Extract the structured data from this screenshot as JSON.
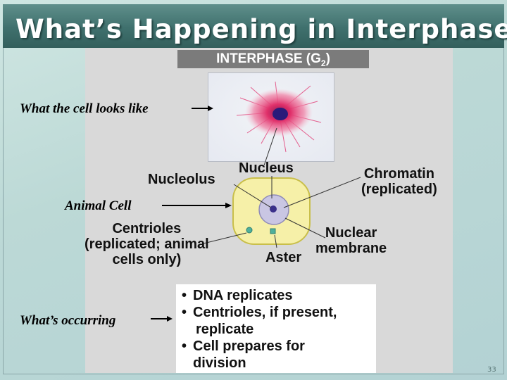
{
  "slide": {
    "title": "What’s Happening in Interphase?",
    "slide_number": "33"
  },
  "figure": {
    "phase_label": "INTERPHASE (G",
    "phase_subscript": "2",
    "phase_close": ")"
  },
  "side_labels": {
    "cell_looks_like": "What the cell looks like",
    "animal_cell": "Animal Cell",
    "whats_occurring": "What’s occurring"
  },
  "diagram_labels": {
    "nucleus": "Nucleus",
    "nucleolus": "Nucleolus",
    "chromatin_line1": "Chromatin",
    "chromatin_line2": "(replicated)",
    "centrioles_line1": "Centrioles",
    "centrioles_line2": "(replicated; animal",
    "centrioles_line3": "cells only)",
    "nuclear_line1": "Nuclear",
    "nuclear_line2": "membrane",
    "aster": "Aster"
  },
  "events": [
    {
      "line1": "DNA replicates",
      "line2": ""
    },
    {
      "line1": "Centrioles, if present,",
      "line2": "replicate"
    },
    {
      "line1": "Cell prepares for",
      "line2": "division"
    }
  ],
  "colors": {
    "title_bar": "#3f706d",
    "cell_fill": "#f6f0a8",
    "nucleus_fill": "#c9c6e3",
    "stain": "#e0306a"
  }
}
